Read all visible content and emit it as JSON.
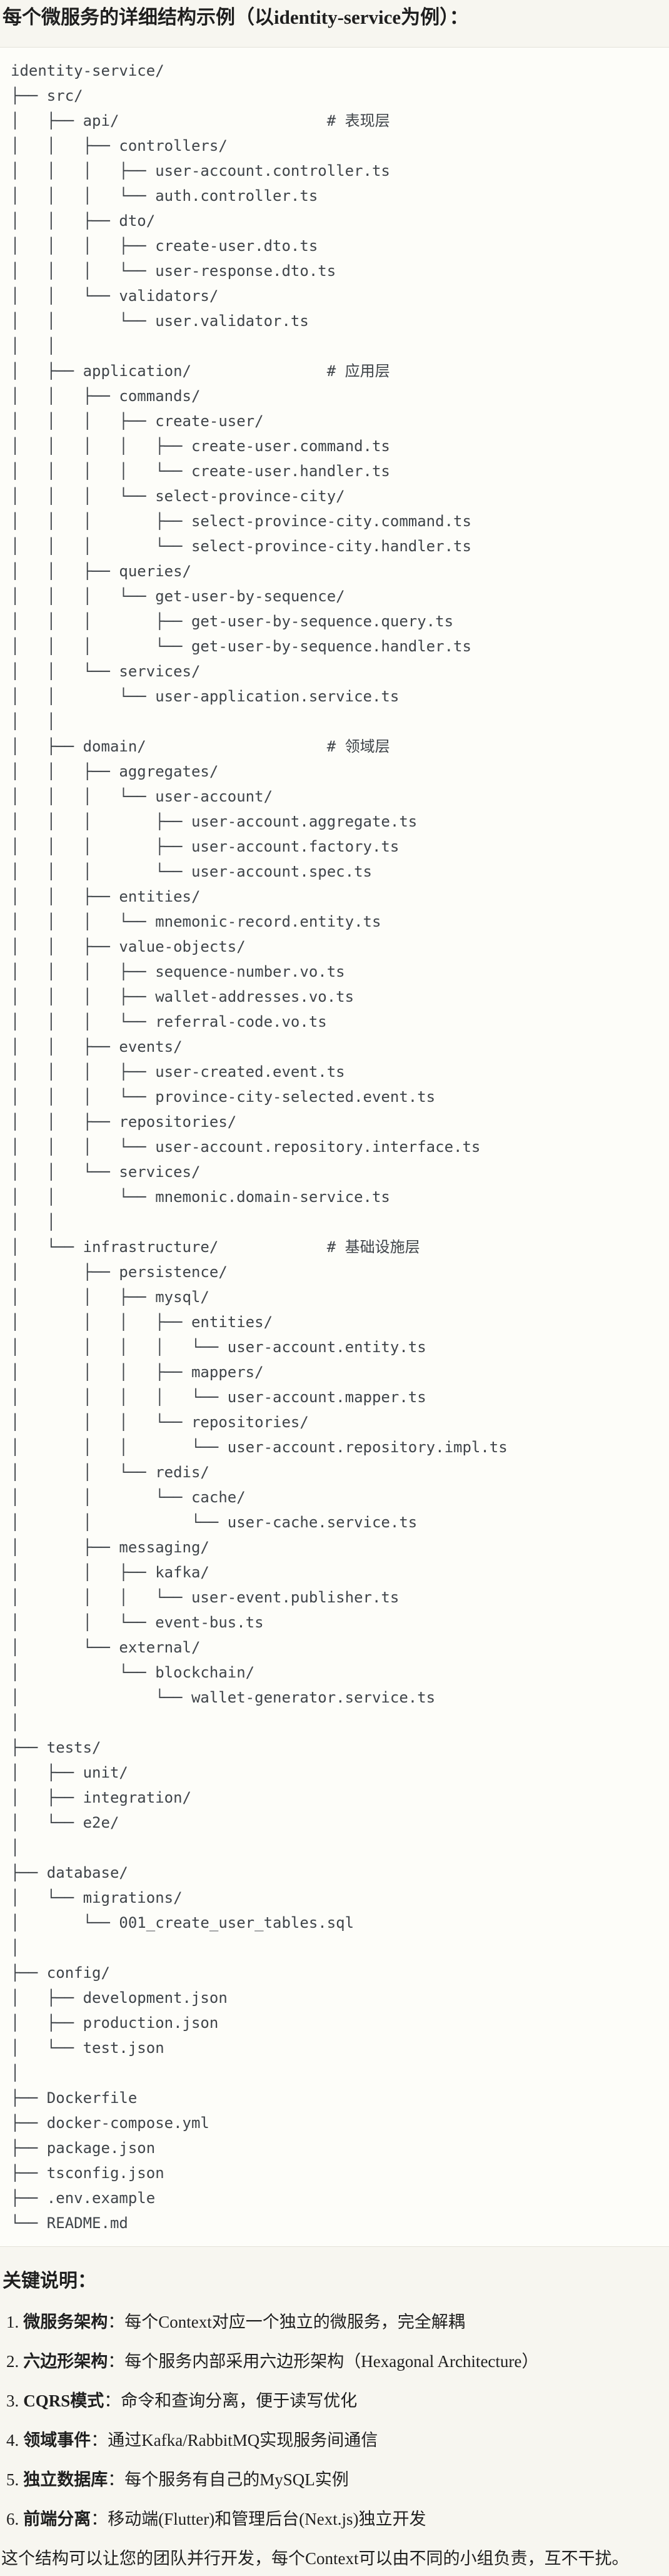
{
  "title": "每个微服务的详细结构示例（以identity-service为例）：",
  "tree": {
    "lines": [
      "identity-service/",
      "├── src/",
      "│   ├── api/                       # 表现层",
      "│   │   ├── controllers/",
      "│   │   │   ├── user-account.controller.ts",
      "│   │   │   └── auth.controller.ts",
      "│   │   ├── dto/",
      "│   │   │   ├── create-user.dto.ts",
      "│   │   │   └── user-response.dto.ts",
      "│   │   └── validators/",
      "│   │       └── user.validator.ts",
      "│   │",
      "│   ├── application/               # 应用层",
      "│   │   ├── commands/",
      "│   │   │   ├── create-user/",
      "│   │   │   │   ├── create-user.command.ts",
      "│   │   │   │   └── create-user.handler.ts",
      "│   │   │   └── select-province-city/",
      "│   │   │       ├── select-province-city.command.ts",
      "│   │   │       └── select-province-city.handler.ts",
      "│   │   ├── queries/",
      "│   │   │   └── get-user-by-sequence/",
      "│   │   │       ├── get-user-by-sequence.query.ts",
      "│   │   │       └── get-user-by-sequence.handler.ts",
      "│   │   └── services/",
      "│   │       └── user-application.service.ts",
      "│   │",
      "│   ├── domain/                    # 领域层",
      "│   │   ├── aggregates/",
      "│   │   │   └── user-account/",
      "│   │   │       ├── user-account.aggregate.ts",
      "│   │   │       ├── user-account.factory.ts",
      "│   │   │       └── user-account.spec.ts",
      "│   │   ├── entities/",
      "│   │   │   └── mnemonic-record.entity.ts",
      "│   │   ├── value-objects/",
      "│   │   │   ├── sequence-number.vo.ts",
      "│   │   │   ├── wallet-addresses.vo.ts",
      "│   │   │   └── referral-code.vo.ts",
      "│   │   ├── events/",
      "│   │   │   ├── user-created.event.ts",
      "│   │   │   └── province-city-selected.event.ts",
      "│   │   ├── repositories/",
      "│   │   │   └── user-account.repository.interface.ts",
      "│   │   └── services/",
      "│   │       └── mnemonic.domain-service.ts",
      "│   │",
      "│   └── infrastructure/            # 基础设施层",
      "│       ├── persistence/",
      "│       │   ├── mysql/",
      "│       │   │   ├── entities/",
      "│       │   │   │   └── user-account.entity.ts",
      "│       │   │   ├── mappers/",
      "│       │   │   │   └── user-account.mapper.ts",
      "│       │   │   └── repositories/",
      "│       │   │       └── user-account.repository.impl.ts",
      "│       │   └── redis/",
      "│       │       └── cache/",
      "│       │           └── user-cache.service.ts",
      "│       ├── messaging/",
      "│       │   ├── kafka/",
      "│       │   │   └── user-event.publisher.ts",
      "│       │   └── event-bus.ts",
      "│       └── external/",
      "│           └── blockchain/",
      "│               └── wallet-generator.service.ts",
      "│",
      "├── tests/",
      "│   ├── unit/",
      "│   ├── integration/",
      "│   └── e2e/",
      "│",
      "├── database/",
      "│   └── migrations/",
      "│       └── 001_create_user_tables.sql",
      "│",
      "├── config/",
      "│   ├── development.json",
      "│   ├── production.json",
      "│   └── test.json",
      "│",
      "├── Dockerfile",
      "├── docker-compose.yml",
      "├── package.json",
      "├── tsconfig.json",
      "├── .env.example",
      "└── README.md"
    ]
  },
  "notes": {
    "heading": "关键说明：",
    "items": [
      {
        "num": "1.",
        "term": "微服务架构",
        "desc": "：每个Context对应一个独立的微服务，完全解耦"
      },
      {
        "num": "2.",
        "term": "六边形架构",
        "desc": "：每个服务内部采用六边形架构（Hexagonal Architecture）"
      },
      {
        "num": "3.",
        "term": "CQRS模式",
        "desc": "：命令和查询分离，便于读写优化"
      },
      {
        "num": "4.",
        "term": "领域事件",
        "desc": "：通过Kafka/RabbitMQ实现服务间通信"
      },
      {
        "num": "5.",
        "term": "独立数据库",
        "desc": "：每个服务有自己的MySQL实例"
      },
      {
        "num": "6.",
        "term": "前端分离",
        "desc": "：移动端(Flutter)和管理后台(Next.js)独立开发"
      }
    ],
    "footer": "这个结构可以让您的团队并行开发，每个Context可以由不同的小组负责，互不干扰。"
  },
  "colors": {
    "page_bg": "#f7f6f0",
    "code_bg": "#fdfdf9",
    "code_border": "#e4e2da",
    "tree_text": "#3f4449",
    "body_text": "#1f1f1f"
  }
}
